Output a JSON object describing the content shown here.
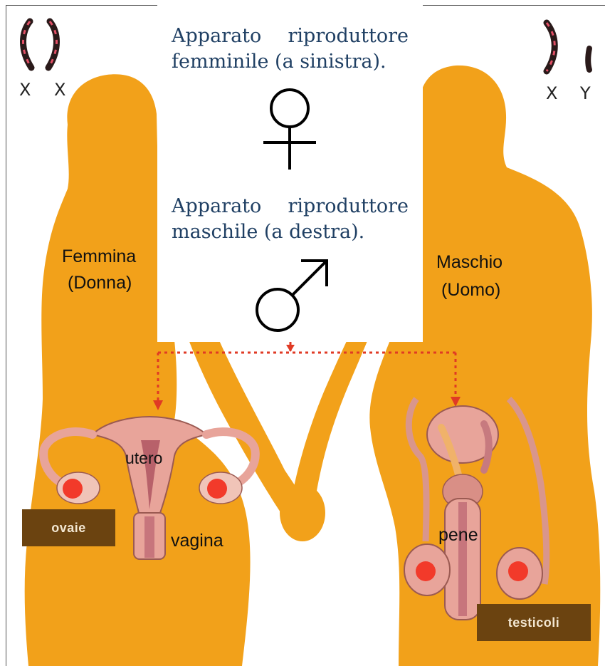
{
  "female_caption": [
    "Apparato riproduttore",
    "femminile (a sinistra)."
  ],
  "male_caption": [
    "Apparato riproduttore",
    "maschile (a destra)."
  ],
  "female_label": [
    "Femmina",
    "(Donna)"
  ],
  "male_label": [
    "Maschio",
    "(Uomo)"
  ],
  "female_chromosomes": [
    "X",
    "X"
  ],
  "male_chromosomes": [
    "X",
    "Y"
  ],
  "organ_labels": {
    "utero": "utero",
    "vagina": "vagina",
    "pene": "pene"
  },
  "tags": {
    "ovaie": "ovaie",
    "testicoli": "testicoli"
  },
  "colors": {
    "silhouette": "#f2a11a",
    "caption": "#1f3f63",
    "connector": "#e03a24",
    "tag_bg": "#6b4310",
    "gonad_dot": "#f23a2a",
    "organ": "#e8a49a"
  }
}
